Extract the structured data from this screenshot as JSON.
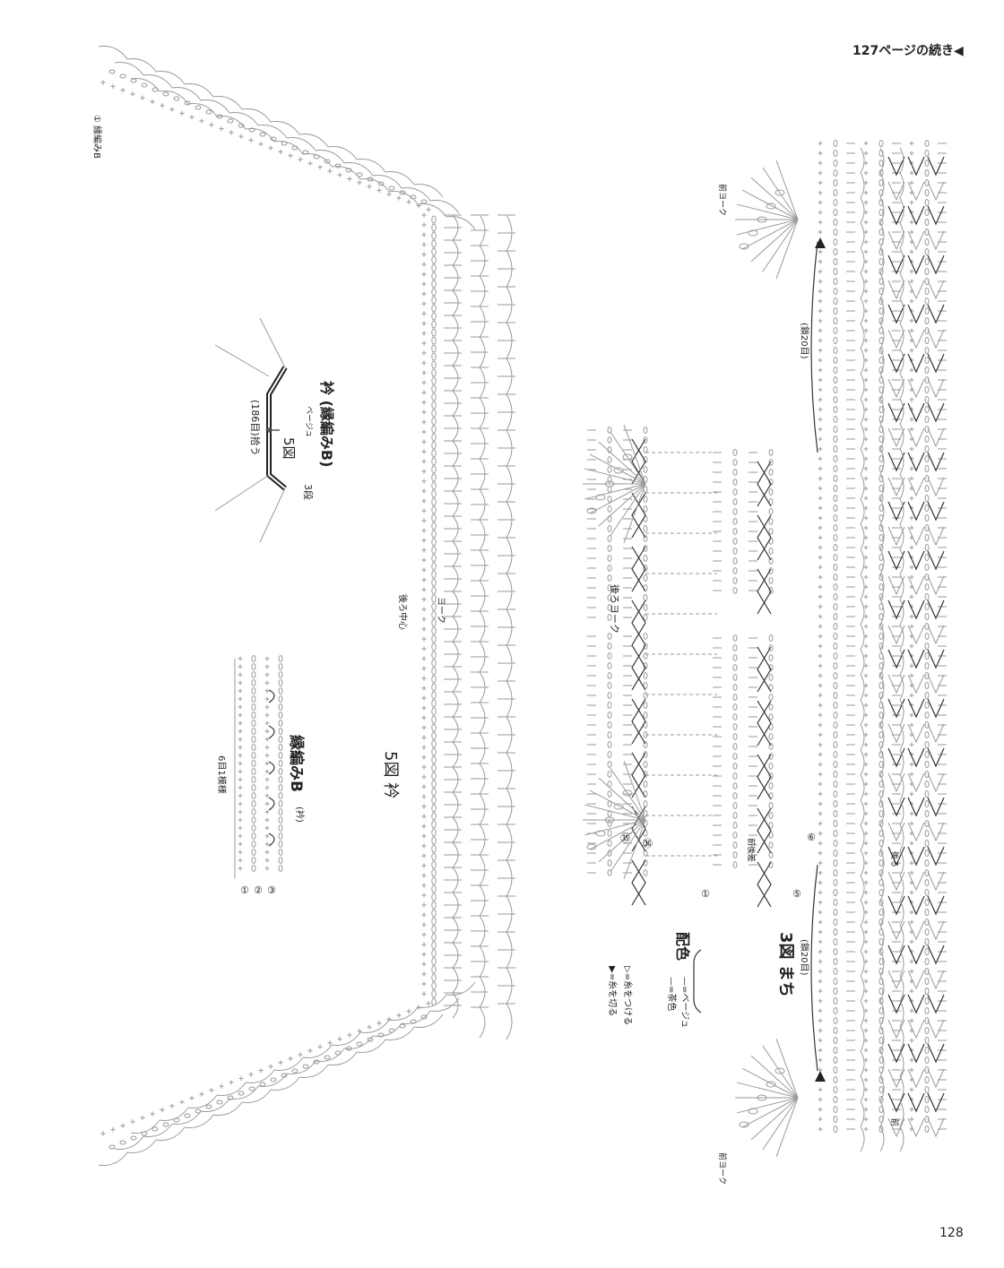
{
  "header": {
    "continuation": "127ページの続き◀"
  },
  "footer": {
    "page_number": "128"
  },
  "collar_diagram": {
    "title": "5図 衿",
    "schematic_title": "衿 (縁編みB)",
    "color_label": "ベージュ",
    "pickup_label": "(186目)拾う",
    "figure_ref": "5図",
    "rows_label": "3段",
    "center_back_label": "後ろ中心",
    "yoke_label": "ヨーク",
    "edging_title": "縁編みB",
    "edging_note": "(衿)",
    "repeat_label": "6目1模様",
    "row_markers": [
      "①",
      "②",
      "③"
    ],
    "start_marker": "① 縁編みB"
  },
  "gusset_diagram": {
    "title": "3図 まち",
    "chain_label": "(鎖20目)",
    "chain_label_2": "(鎖20目)",
    "front_yoke": "前ヨーク",
    "front_yoke_2": "前ヨーク",
    "back_yoke": "後ろヨーク",
    "back": "後ろ",
    "front": "前",
    "front_back_diff": "前後差",
    "row_markers": [
      "①",
      "⑤",
      "⑥",
      "㉟",
      "㊱"
    ]
  },
  "legend": {
    "title": "配色",
    "items": [
      "—=ベージュ",
      "—=茶色"
    ],
    "symbols": [
      "▷=糸をつける",
      "▶=糸を切る"
    ]
  }
}
